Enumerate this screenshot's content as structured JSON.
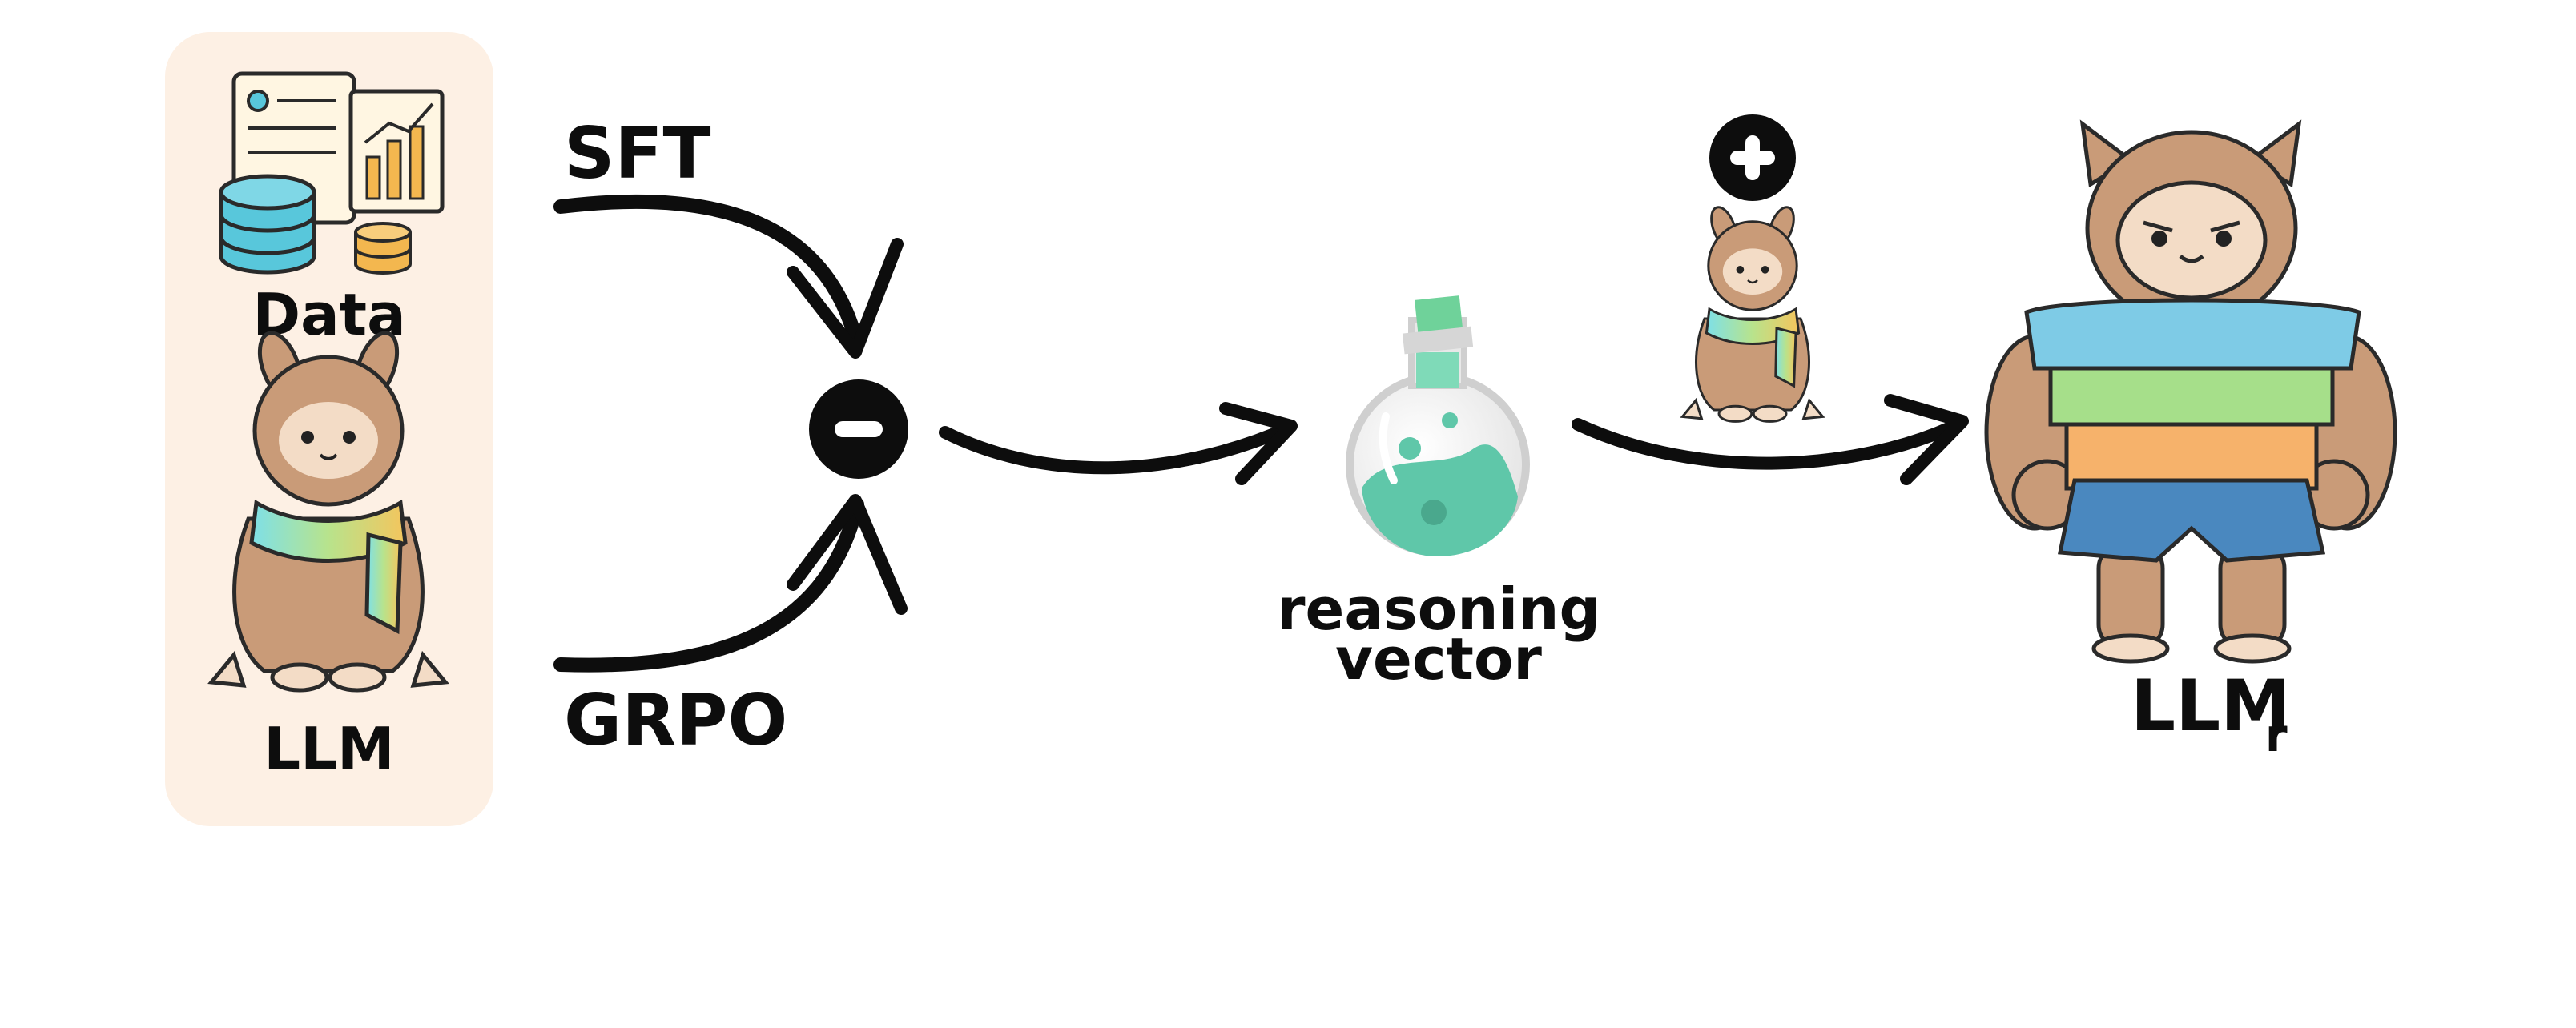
{
  "inputs_panel": {
    "data_label": "Data",
    "llm_label": "LLM"
  },
  "methods": {
    "top_label": "SFT",
    "bottom_label": "GRPO"
  },
  "operators": {
    "minus_icon": "minus-circle-icon",
    "plus_icon": "plus-circle-icon"
  },
  "vector": {
    "line1": "reasoning",
    "line2": "vector"
  },
  "result": {
    "label_main": "LLM",
    "label_sub": "r"
  },
  "colors": {
    "panel_bg": "#fdf0e4",
    "llama_fur": "#c99b78",
    "llama_face": "#f3dcc6",
    "flask_liquid": "#5fc7a9",
    "stripe_blue": "#7ecbe6",
    "stripe_green": "#a6df8a",
    "stripe_orange": "#f6b26b",
    "shorts_blue": "#4a88bf",
    "db_cyan": "#58c7db",
    "chart_orange": "#f3b74f"
  }
}
